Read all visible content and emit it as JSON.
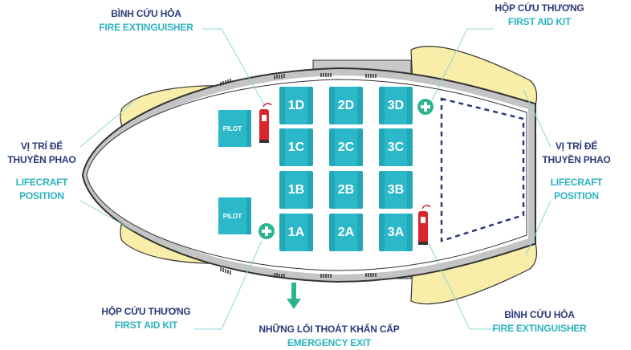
{
  "labels": {
    "fire_ext_top": {
      "vi": "BÌNH CỨU HỎA",
      "en": "FIRE EXTINGUISHER"
    },
    "first_aid_top": {
      "vi": "HỘP CỨU THƯƠNG",
      "en": "FIRST AID KIT"
    },
    "lifecraft_left": {
      "vi1": "VỊ TRÍ ĐỂ",
      "vi2": "THUYỀN PHAO",
      "en1": "LIFECRAFT",
      "en2": "POSITION"
    },
    "lifecraft_right": {
      "vi1": "VỊ TRÍ ĐỂ",
      "vi2": "THUYỀN PHAO",
      "en1": "LIFECRAFT",
      "en2": "POSITION"
    },
    "first_aid_bottom": {
      "vi": "HỘP CỨU THƯƠNG",
      "en": "FIRST AID KIT"
    },
    "emergency_exit": {
      "vi": "NHỮNG LỐI THOÁT KHẨN CẤP",
      "en": "EMERGENCY EXIT"
    },
    "fire_ext_bottom": {
      "vi": "BÌNH CỨU HỎA",
      "en": "FIRE EXTINGUISHER"
    }
  },
  "pilots": [
    "PILOT",
    "PILOT"
  ],
  "seats": [
    [
      "1D",
      "1C",
      "1B",
      "1A"
    ],
    [
      "2D",
      "2C",
      "2B",
      "2A"
    ],
    [
      "3D",
      "3C",
      "3B",
      "3A"
    ]
  ],
  "colors": {
    "seat": "#2bb8c8",
    "navy": "#2b3a78",
    "teal": "#2bb3bf",
    "first_aid": "#2bb58f",
    "lifecraft": "#f8eeaa",
    "extinguisher": "#d8262e"
  }
}
